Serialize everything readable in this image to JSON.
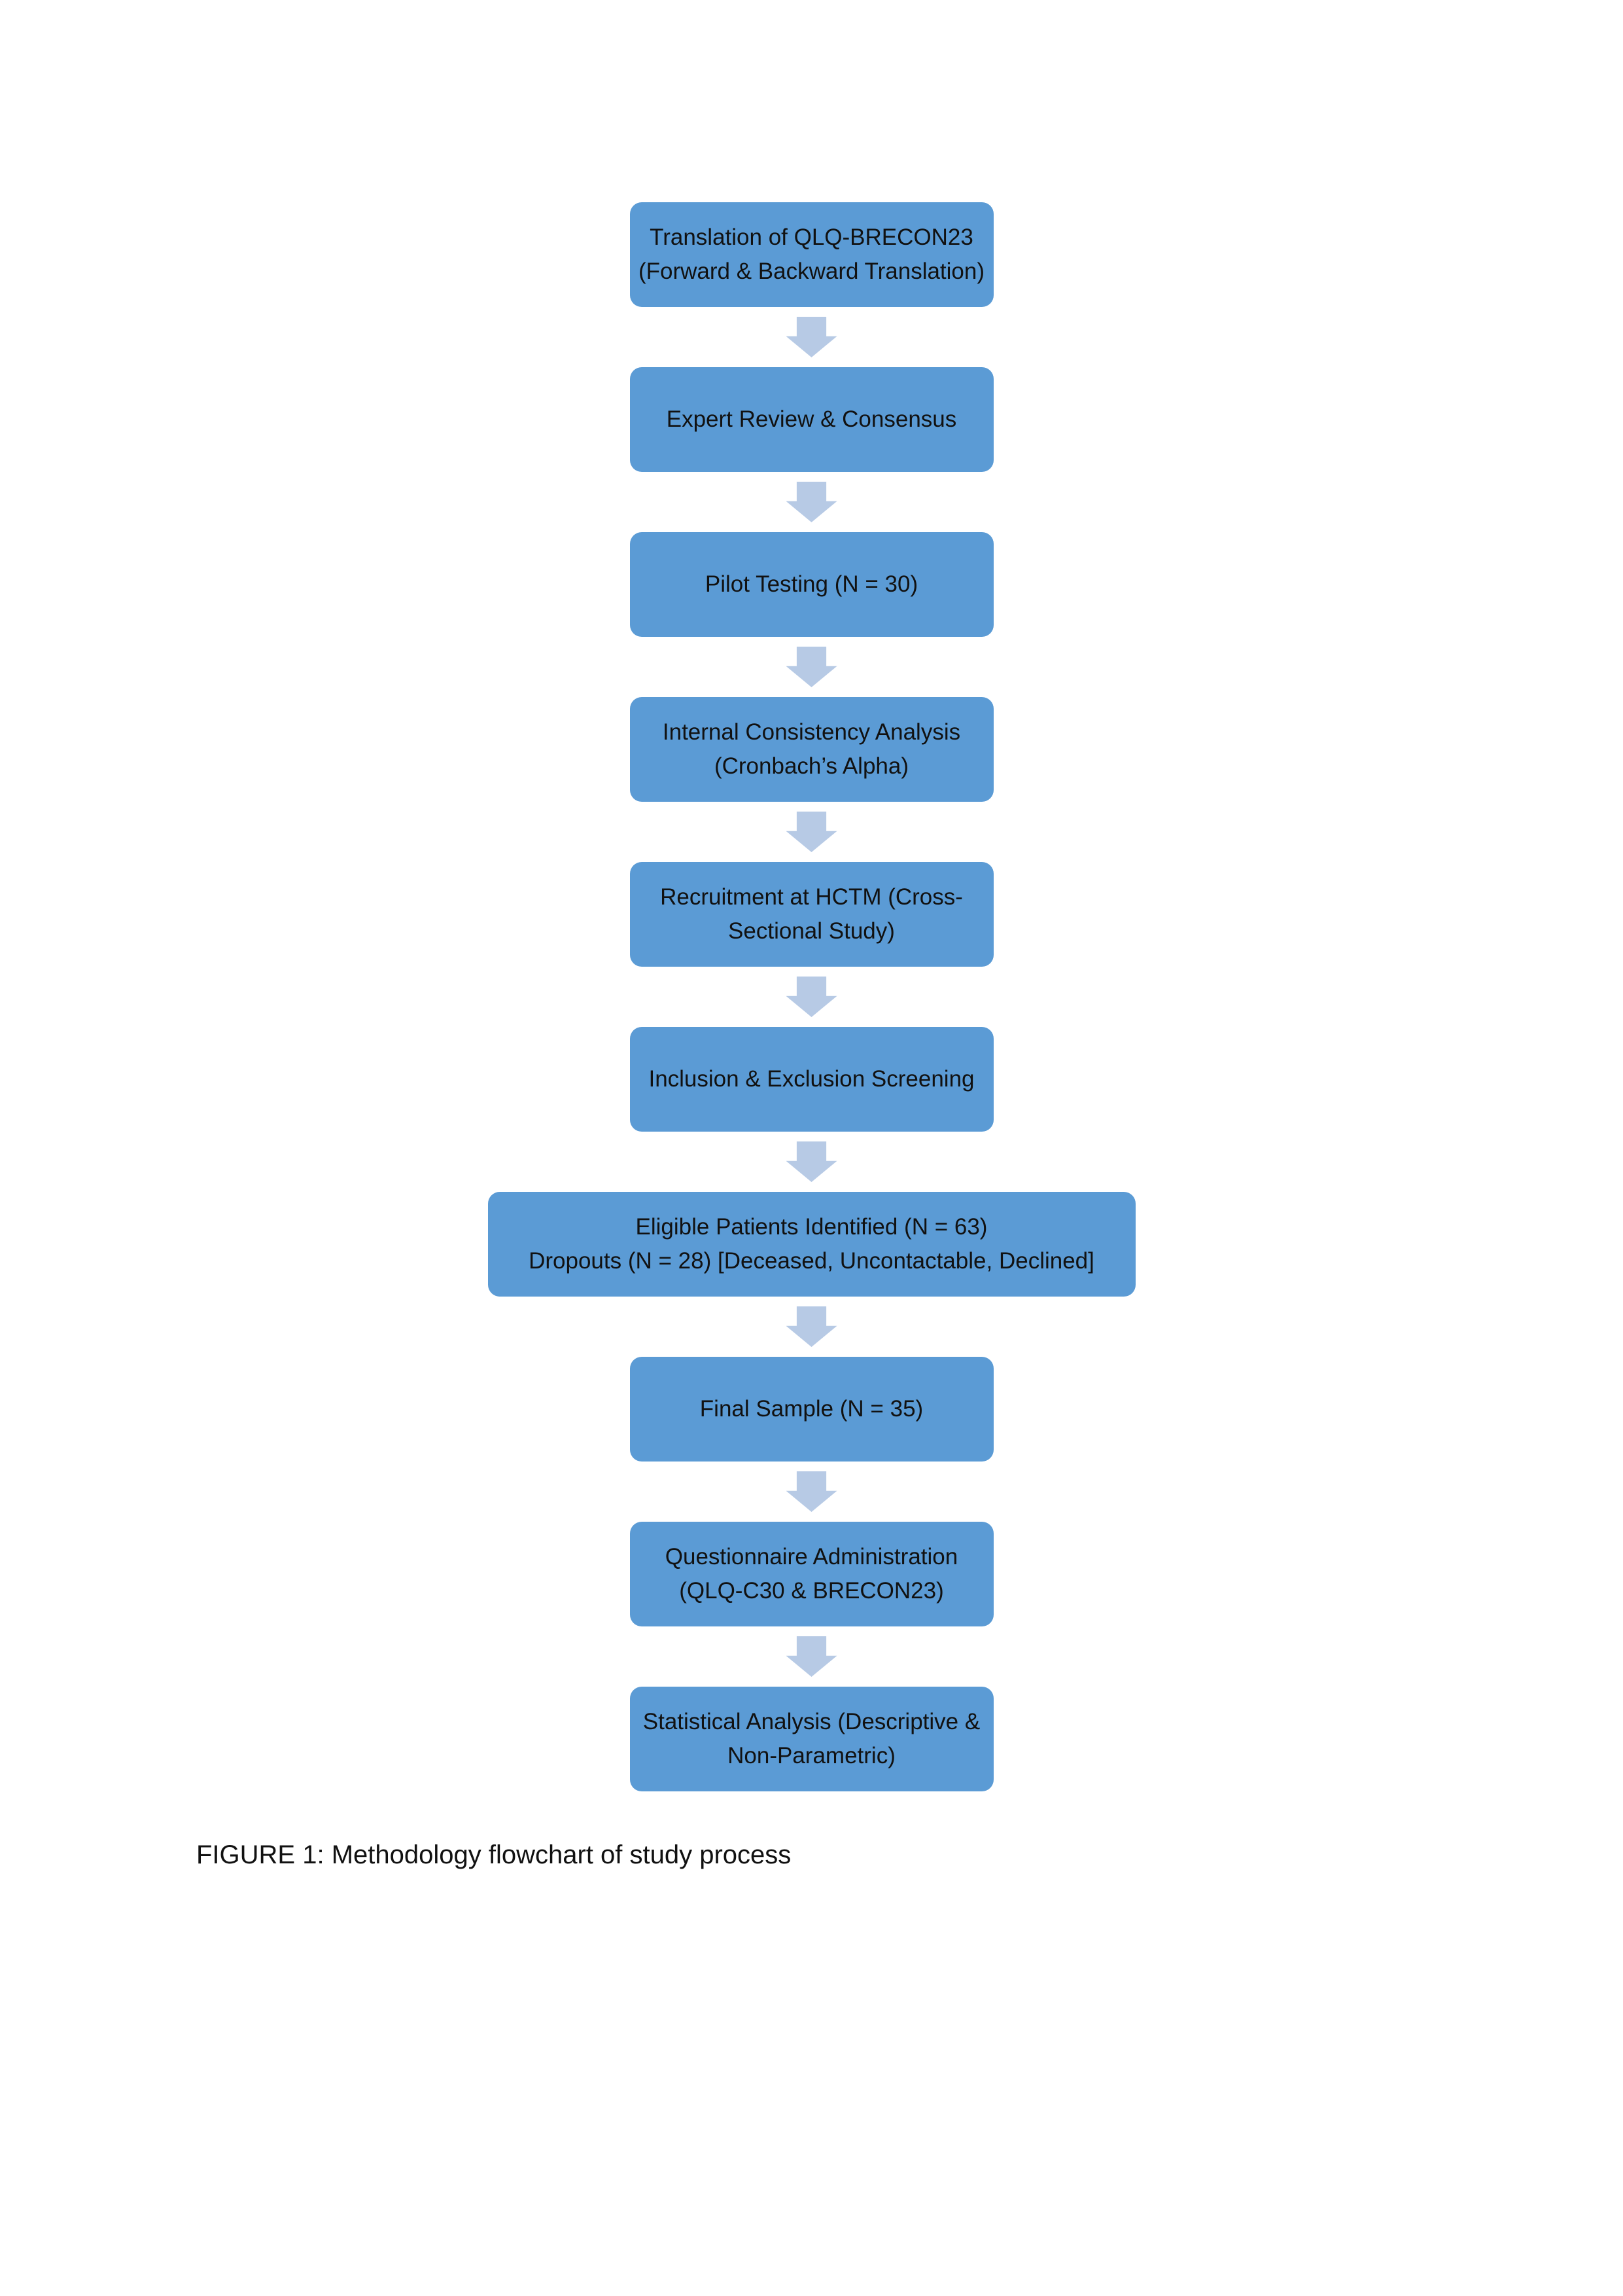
{
  "page": {
    "caption": "FIGURE 1: Methodology flowchart of study process"
  },
  "colors": {
    "box_fill": "#5B9BD5",
    "arrow_fill": "#B7CAE5",
    "text": "#111111",
    "page_background": "#ffffff"
  },
  "flowchart": {
    "nodes": [
      {
        "label": "Translation of QLQ-BRECON23\n(Forward & Backward Translation)"
      },
      {
        "label": "Expert Review & Consensus"
      },
      {
        "label": "Pilot Testing (N = 30)"
      },
      {
        "label": "Internal Consistency Analysis\n(Cronbach’s Alpha)"
      },
      {
        "label": "Recruitment at HCTM (Cross-\nSectional Study)"
      },
      {
        "label": "Inclusion & Exclusion Screening"
      },
      {
        "label": "Eligible Patients Identified (N = 63)\nDropouts (N = 28) [Deceased, Uncontactable, Declined]",
        "wide": true
      },
      {
        "label": "Final Sample (N = 35)"
      },
      {
        "label": "Questionnaire Administration\n(QLQ-C30 & BRECON23)"
      },
      {
        "label": "Statistical Analysis (Descriptive &\nNon-Parametric)"
      }
    ]
  }
}
